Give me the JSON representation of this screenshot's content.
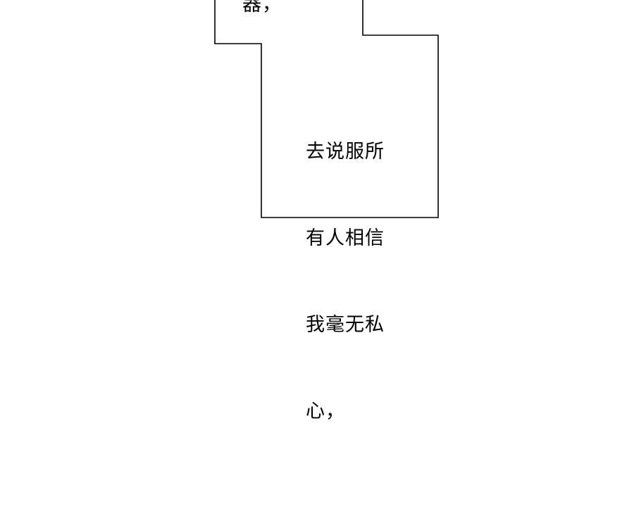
{
  "panel": {
    "background": "#ffffff",
    "border_color": "#000000",
    "top_caption": "器，",
    "main_caption": {
      "lines": [
        "去说服所",
        "有人相信",
        "我毫无私",
        "心，"
      ]
    }
  }
}
